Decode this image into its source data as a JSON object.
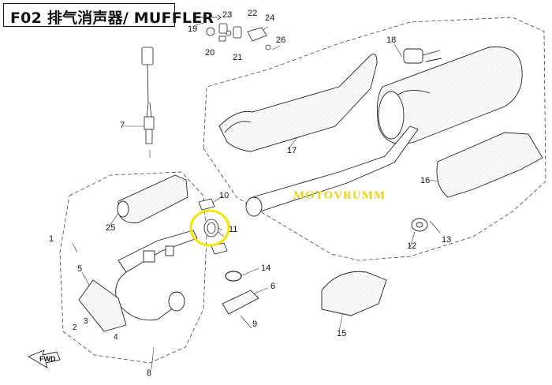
{
  "header": {
    "title": "F02 排气消声器/ MUFFLER"
  },
  "watermark": "MOTOVRUMM",
  "direction_label": "FWD",
  "highlight": {
    "part": "11",
    "color": "#f2e600"
  },
  "callouts": [
    "1",
    "2",
    "3",
    "4",
    "5",
    "6",
    "7",
    "8",
    "9",
    "10",
    "11",
    "12",
    "13",
    "14",
    "15",
    "16",
    "17",
    "18",
    "19",
    "20",
    "21",
    "22",
    "23",
    "24",
    "25",
    "26"
  ]
}
